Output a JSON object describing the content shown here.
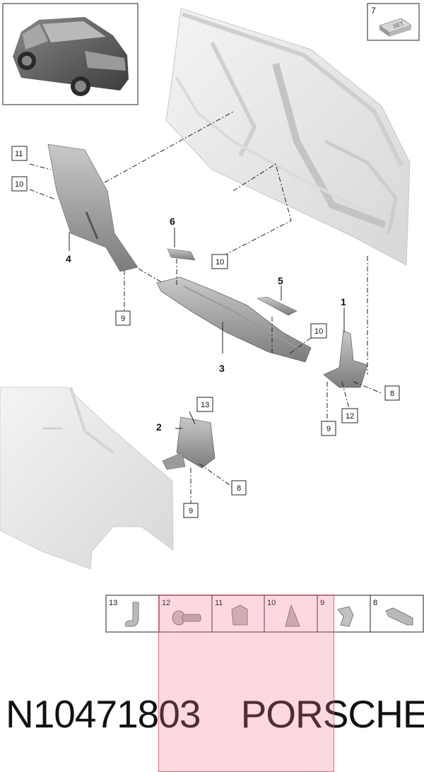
{
  "callouts": {
    "c1": "1",
    "c2": "2",
    "c3": "3",
    "c4": "4",
    "c5": "5",
    "c6": "6",
    "c7": "7"
  },
  "boxed_refs": {
    "r8a": "8",
    "r8b": "8",
    "r9a": "9",
    "r9b": "9",
    "r9c": "9",
    "r10a": "10",
    "r10b": "10",
    "r10c": "10",
    "r11": "11",
    "r12": "12",
    "r13": "13"
  },
  "set_label": "SET",
  "strip": [
    "13",
    "12",
    "11",
    "10",
    "9",
    "8"
  ],
  "caption": {
    "part_number": "N10471803",
    "brand": "PORSCHE"
  }
}
